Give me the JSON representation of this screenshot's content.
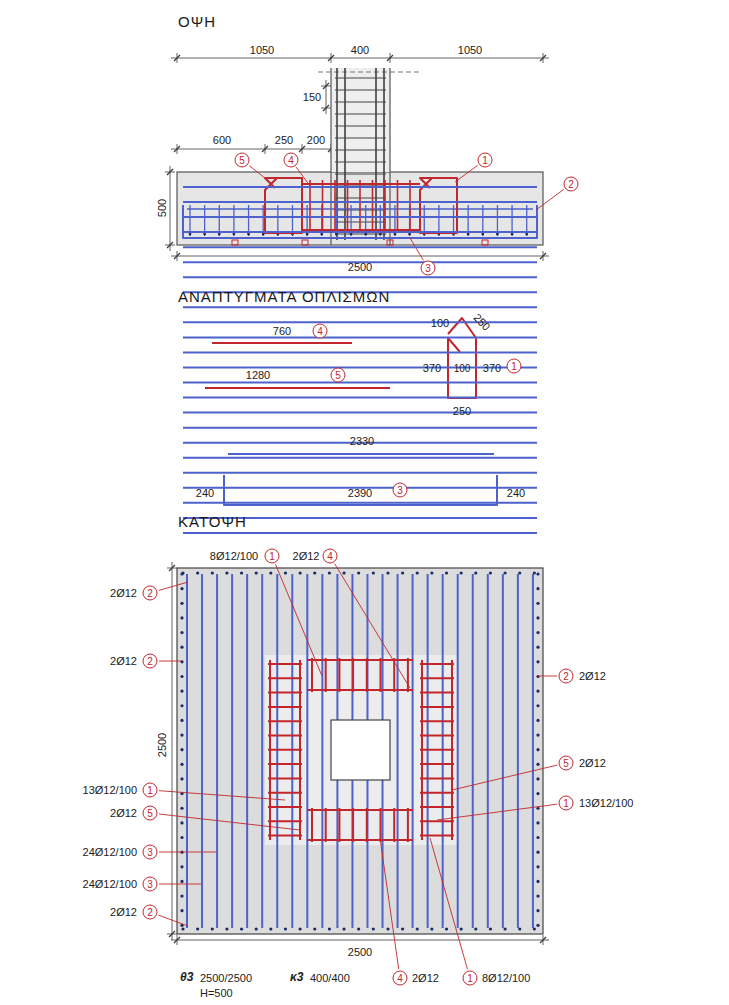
{
  "diagram": {
    "labels": [
      "ΟΨΗ",
      "1050",
      "400",
      "1050",
      "150",
      "600",
      "250",
      "200",
      "500",
      "2500",
      "5",
      "4",
      "1",
      "2",
      "3",
      "ΑΝΑΠΤΥΓΜΑΤΑ ΟΠΛΙΣΜΩΝ",
      "760",
      "4",
      "1280",
      "5",
      "100",
      "250",
      "100",
      "370",
      "370",
      "1",
      "250",
      "2330",
      "240",
      "2390",
      "3",
      "240",
      "ΚΑΤΟΨΗ",
      "8Ø12/100",
      "1",
      "2Ø12",
      "4",
      "2Ø12",
      "2",
      "2Ø12",
      "2",
      "13Ø12/100",
      "1",
      "2Ø12",
      "5",
      "24Ø12/100",
      "3",
      "24Ø12/100",
      "3",
      "2Ø12",
      "2",
      "2",
      "2Ø12",
      "5",
      "2Ø12",
      "1",
      "13Ø12/100",
      "2500",
      "2500",
      "4",
      "2Ø12",
      "1",
      "8Ø12/100",
      "θ3",
      "2500/2500",
      "κ3",
      "400/400",
      "H=500"
    ]
  }
}
